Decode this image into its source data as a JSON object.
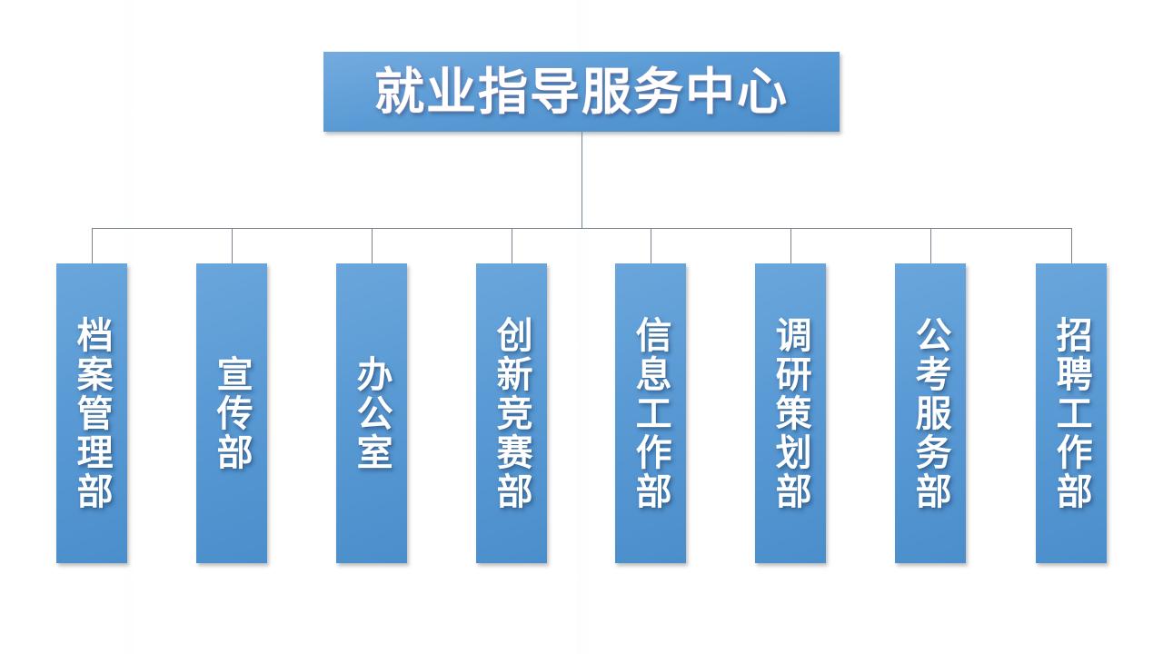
{
  "diagram": {
    "type": "organizational-chart",
    "title": "就业指导服务中心",
    "orientation": "top-down",
    "levels": 2,
    "colors": {
      "node_fill": "#5b9bd5",
      "node_fill_light": "#6aa6dc",
      "node_fill_dark": "#4a8ecb",
      "node_text": "#ffffff",
      "connector": "#7a8491",
      "background": "#ffffff"
    },
    "root": {
      "label": "就业指导服务中心"
    },
    "children": [
      {
        "label": "档案管理部"
      },
      {
        "label": "宣传部"
      },
      {
        "label": "办公室"
      },
      {
        "label": "创新竞赛部"
      },
      {
        "label": "信息工作部"
      },
      {
        "label": "调研策划部"
      },
      {
        "label": "公考服务部"
      },
      {
        "label": "招聘工作部"
      }
    ]
  }
}
